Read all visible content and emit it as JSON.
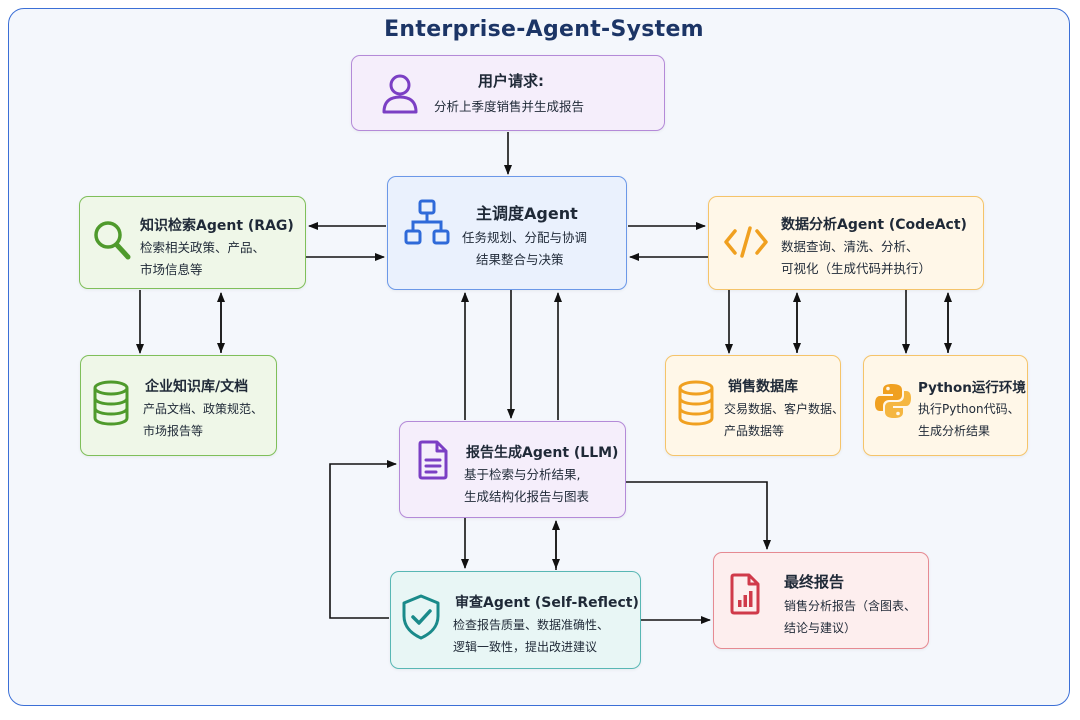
{
  "title": "Enterprise-Agent-System",
  "nodes": {
    "user": {
      "title": "用户请求:",
      "lines": [
        "分析上季度销售并生成报告"
      ]
    },
    "main": {
      "title": "主调度Agent",
      "lines": [
        "任务规划、分配与协调",
        "结果整合与决策"
      ]
    },
    "rag": {
      "title": "知识检索Agent (RAG)",
      "lines": [
        "检索相关政策、产品、",
        "市场信息等"
      ]
    },
    "data": {
      "title": "数据分析Agent (CodeAct)",
      "lines": [
        "数据查询、清洗、分析、",
        "可视化（生成代码并执行）"
      ]
    },
    "kb": {
      "title": "企业知识库/文档",
      "lines": [
        "产品文档、政策规范、",
        "市场报告等"
      ]
    },
    "salesdb": {
      "title": "销售数据库",
      "lines": [
        "交易数据、客户数据、",
        "产品数据等"
      ]
    },
    "python": {
      "title": "Python运行环境",
      "lines": [
        "执行Python代码、",
        "生成分析结果"
      ]
    },
    "report": {
      "title": "报告生成Agent (LLM)",
      "lines": [
        "基于检索与分析结果,",
        "生成结构化报告与图表"
      ]
    },
    "review": {
      "title": "审查Agent (Self-Reflect)",
      "lines": [
        "检查报告质量、数据准确性、",
        "逻辑一致性，提出改进建议"
      ]
    },
    "final": {
      "title": "最终报告",
      "lines": [
        "销售分析报告（含图表、",
        "结论与建议）"
      ]
    }
  },
  "icons": {
    "user": "user-icon",
    "main": "hierarchy-icon",
    "rag": "search-icon",
    "data": "code-icon",
    "kb": "database-icon",
    "salesdb": "database-icon",
    "python": "python-icon",
    "report": "document-icon",
    "review": "shield-check-icon",
    "final": "report-chart-icon"
  },
  "colors": {
    "purple": "#7b3fc4",
    "blue": "#2f6ad9",
    "green": "#4f9a2c",
    "orange": "#f0a020",
    "teal": "#1a8a8a",
    "red": "#d03a4a"
  }
}
